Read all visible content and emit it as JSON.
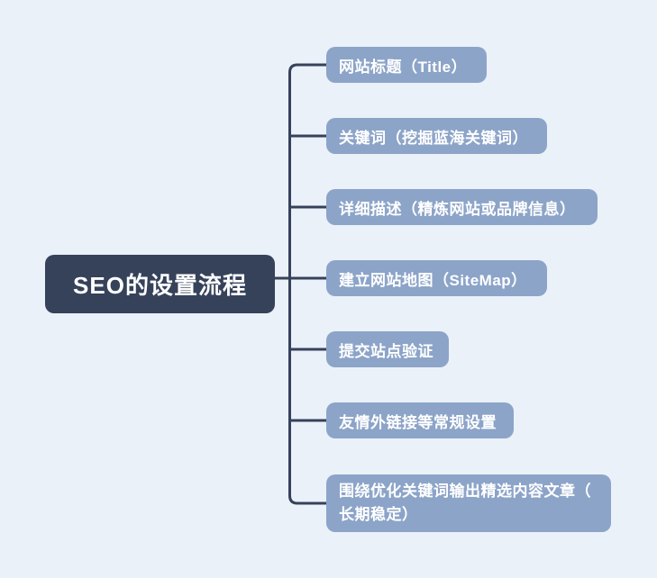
{
  "diagram": {
    "type": "mindmap",
    "root": {
      "label": "SEO的设置流程"
    },
    "branches": [
      {
        "label": "网站标题（Title）"
      },
      {
        "label": "关键词（挖掘蓝海关键词）"
      },
      {
        "label": "详细描述（精炼网站或品牌信息）"
      },
      {
        "label": "建立网站地图（SiteMap）"
      },
      {
        "label": "提交站点验证"
      },
      {
        "label": "友情外链接等常规设置"
      },
      {
        "label": "围绕优化关键词输出精选内容文章（长期稳定）"
      }
    ]
  },
  "colors": {
    "canvas-bg": "#eaf1f9",
    "root-bg": "#36425a",
    "branch-bg": "#8ca4c8",
    "line": "#36425a",
    "node-text": "#ffffff"
  }
}
